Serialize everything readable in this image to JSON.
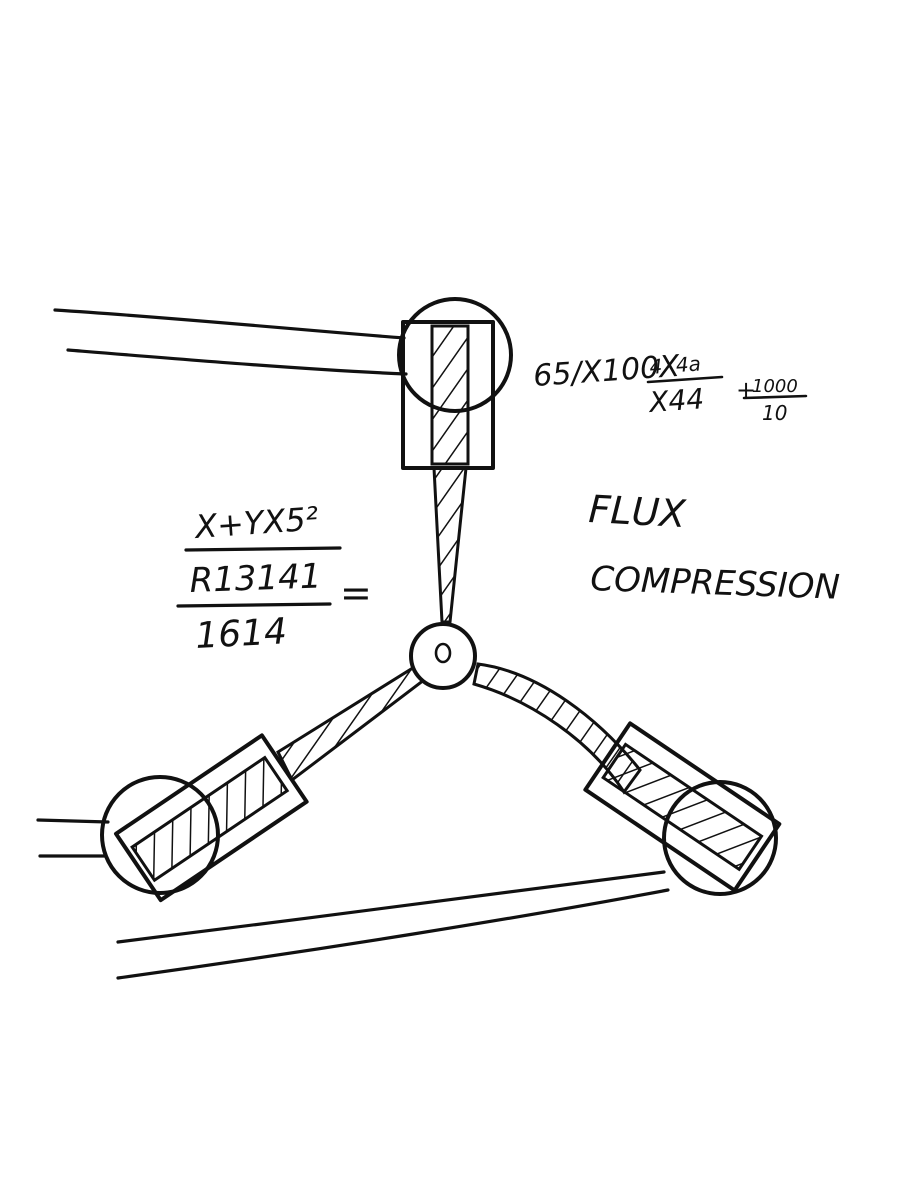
{
  "title": {
    "line1": "FLUX",
    "line2": "COMPRESSION"
  },
  "equation_left": {
    "numerator": "X+YX5²",
    "middle": "R13141",
    "denominator": "1614",
    "equals": "="
  },
  "equation_right": {
    "lead": "65/X100X",
    "fraction1_top": "4X4a",
    "fraction1_bottom": "X44",
    "plus": "+",
    "fraction2_top": "1000",
    "fraction2_bottom": "10"
  },
  "colors": {
    "ink": "#111111",
    "paper": "#ffffff"
  }
}
